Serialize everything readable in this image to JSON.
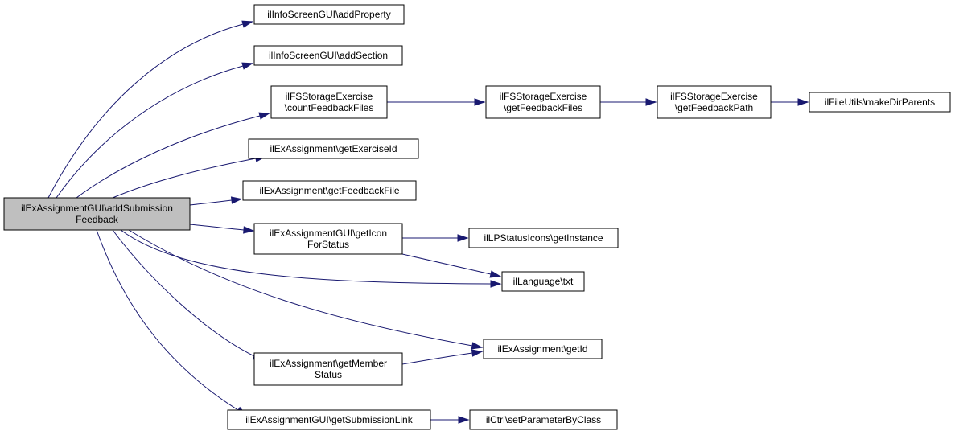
{
  "graph": {
    "colors": {
      "edge": "#191970",
      "root_fill": "#bfbfbf",
      "node_fill": "#ffffff",
      "node_border": "#000000"
    },
    "nodes": [
      {
        "id": "root",
        "lines": [
          "ilExAssignmentGUI\\addSubmission",
          "Feedback"
        ],
        "root": true
      },
      {
        "id": "addProperty",
        "lines": [
          "ilInfoScreenGUI\\addProperty"
        ]
      },
      {
        "id": "addSection",
        "lines": [
          "ilInfoScreenGUI\\addSection"
        ]
      },
      {
        "id": "countFeedbackFiles",
        "lines": [
          "ilFSStorageExercise",
          "\\countFeedbackFiles"
        ]
      },
      {
        "id": "getFeedbackFiles",
        "lines": [
          "ilFSStorageExercise",
          "\\getFeedbackFiles"
        ]
      },
      {
        "id": "getFeedbackPath",
        "lines": [
          "ilFSStorageExercise",
          "\\getFeedbackPath"
        ]
      },
      {
        "id": "makeDirParents",
        "lines": [
          "ilFileUtils\\makeDirParents"
        ]
      },
      {
        "id": "getExerciseId",
        "lines": [
          "ilExAssignment\\getExerciseId"
        ]
      },
      {
        "id": "getFeedbackFile",
        "lines": [
          "ilExAssignment\\getFeedbackFile"
        ]
      },
      {
        "id": "getIconForStatus",
        "lines": [
          "ilExAssignmentGUI\\getIcon",
          "ForStatus"
        ]
      },
      {
        "id": "getInstance",
        "lines": [
          "ilLPStatusIcons\\getInstance"
        ]
      },
      {
        "id": "txt",
        "lines": [
          "ilLanguage\\txt"
        ]
      },
      {
        "id": "getId",
        "lines": [
          "ilExAssignment\\getId"
        ]
      },
      {
        "id": "getMemberStatus",
        "lines": [
          "ilExAssignment\\getMember",
          "Status"
        ]
      },
      {
        "id": "getSubmissionLink",
        "lines": [
          "ilExAssignmentGUI\\getSubmissionLink"
        ]
      },
      {
        "id": "setParameterByClass",
        "lines": [
          "ilCtrl\\setParameterByClass"
        ]
      }
    ],
    "edges": [
      {
        "from": "root",
        "to": "addProperty"
      },
      {
        "from": "root",
        "to": "addSection"
      },
      {
        "from": "root",
        "to": "countFeedbackFiles"
      },
      {
        "from": "root",
        "to": "getExerciseId"
      },
      {
        "from": "root",
        "to": "getFeedbackFile"
      },
      {
        "from": "root",
        "to": "getIconForStatus"
      },
      {
        "from": "root",
        "to": "txt"
      },
      {
        "from": "root",
        "to": "getId"
      },
      {
        "from": "root",
        "to": "getMemberStatus"
      },
      {
        "from": "root",
        "to": "getSubmissionLink"
      },
      {
        "from": "countFeedbackFiles",
        "to": "getFeedbackFiles"
      },
      {
        "from": "getFeedbackFiles",
        "to": "getFeedbackPath"
      },
      {
        "from": "getFeedbackPath",
        "to": "makeDirParents"
      },
      {
        "from": "getIconForStatus",
        "to": "getInstance"
      },
      {
        "from": "getIconForStatus",
        "to": "txt"
      },
      {
        "from": "getMemberStatus",
        "to": "getId"
      },
      {
        "from": "getSubmissionLink",
        "to": "setParameterByClass"
      }
    ]
  }
}
